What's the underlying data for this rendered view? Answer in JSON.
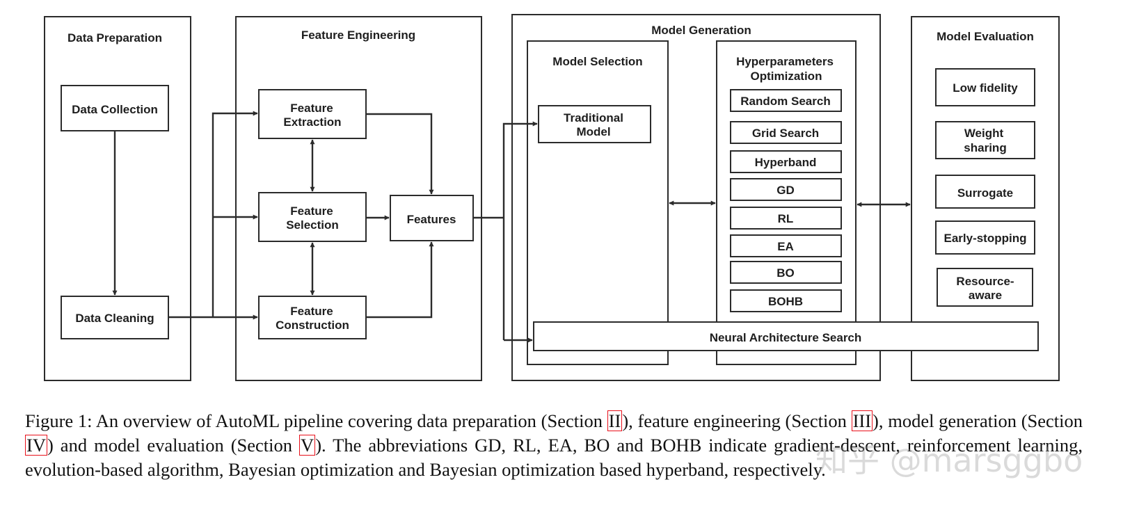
{
  "diagram": {
    "data_preparation": {
      "title": "Data Preparation",
      "data_collection": "Data Collection",
      "data_cleaning": "Data Cleaning"
    },
    "feature_engineering": {
      "title": "Feature Engineering",
      "feature_extraction": [
        "Feature",
        "Extraction"
      ],
      "feature_selection": [
        "Feature",
        "Selection"
      ],
      "feature_construction": [
        "Feature",
        "Construction"
      ],
      "features": "Features"
    },
    "model_generation": {
      "title": "Model Generation",
      "model_selection": {
        "title": "Model Selection",
        "traditional_model": [
          "Traditional",
          "Model"
        ]
      },
      "hyperparameters_optimization": {
        "title": [
          "Hyperparameters",
          "Optimization"
        ],
        "methods": [
          "Random Search",
          "Grid Search",
          "Hyperband",
          "GD",
          "RL",
          "EA",
          "BO",
          "BOHB"
        ]
      },
      "nas": "Neural Architecture Search"
    },
    "model_evaluation": {
      "title": "Model Evaluation",
      "methods": [
        [
          "Low fidelity"
        ],
        [
          "Weight",
          "sharing"
        ],
        [
          "Surrogate"
        ],
        [
          "Early-stopping"
        ],
        [
          "Resource-",
          "aware"
        ]
      ]
    }
  },
  "caption": {
    "prefix": "Figure 1: An overview of AutoML pipeline covering data preparation (Section ",
    "ref1": "II",
    "mid1": "), feature engineering (Section ",
    "ref2": "III",
    "mid2": "), model generation (Section ",
    "ref3": "IV",
    "mid3": ") and model evaluation (Section ",
    "ref4": "V",
    "suffix": "). The abbreviations GD, RL, EA, BO and BOHB indicate gradient-descent, reinforcement learning, evolution-based algorithm, Bayesian optimization and Bayesian optimization based hyperband, respectively."
  },
  "watermark": "知乎 @marsggbo",
  "colors": {
    "ink": "#2b2b2b",
    "ref_border": "#e8101a",
    "background": "#ffffff"
  }
}
